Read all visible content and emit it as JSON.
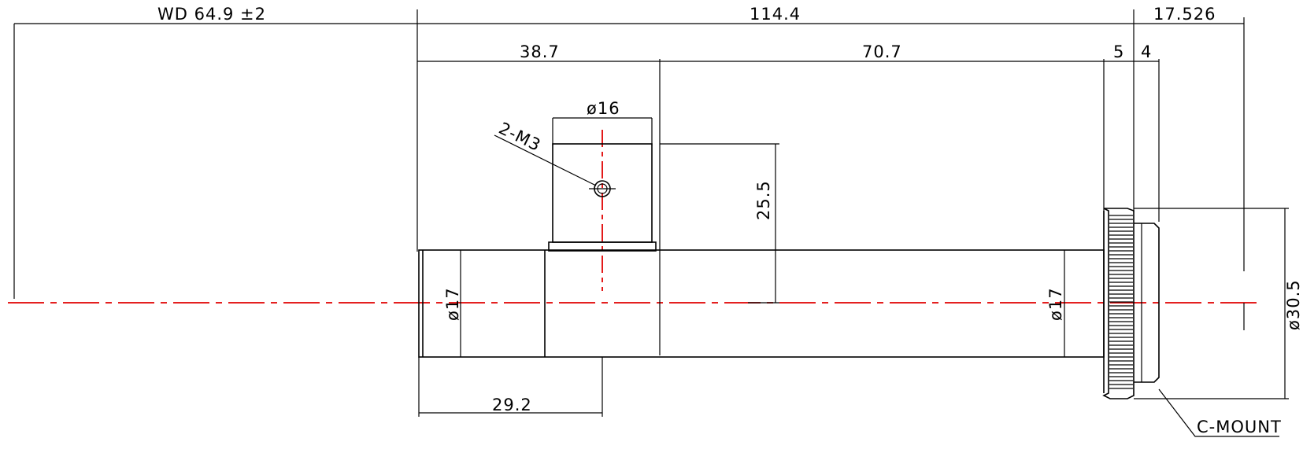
{
  "dimensions": {
    "working_distance": "WD 64.9 ±2",
    "overall_length": "114.4",
    "flange_back": "17.526",
    "front_section": "38.7",
    "rear_section": "70.7",
    "focus_ring_width": "5",
    "mount_thread_width": "4",
    "port_diameter": "ø16",
    "port_height": "25.5",
    "front_diameter": "ø17",
    "rear_diameter": "ø17",
    "mount_diameter": "ø30.5",
    "port_offset": "29.2"
  },
  "labels": {
    "screw_holes": "2-M3",
    "mount_type": "C-MOUNT"
  },
  "colors": {
    "line": "#000000",
    "center_axis": "#e00000"
  }
}
